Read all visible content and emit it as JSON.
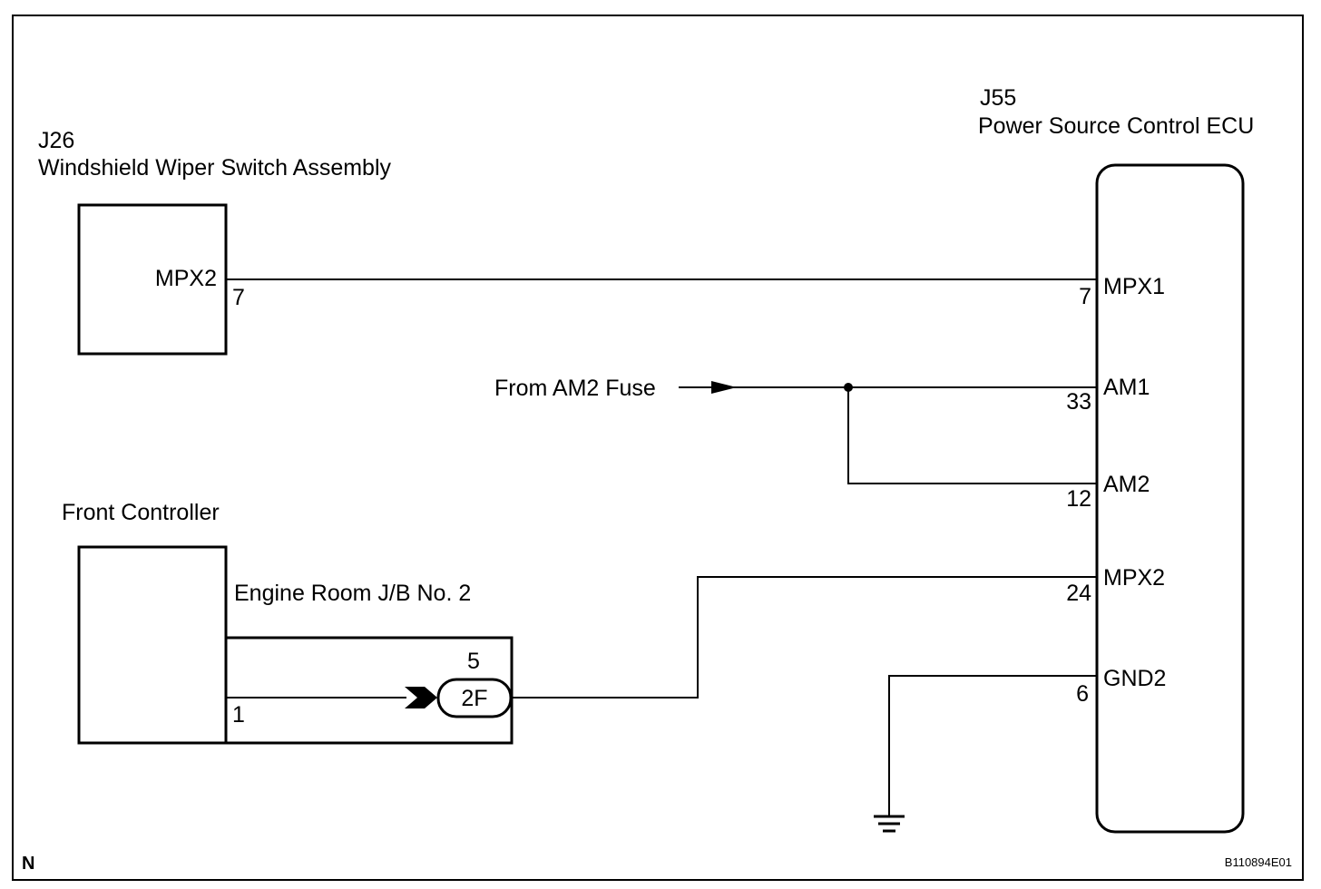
{
  "components": {
    "wiper_switch": {
      "code": "J26",
      "name": "Windshield Wiper Switch Assembly",
      "terminal": "MPX2",
      "pin": "7"
    },
    "ecu": {
      "code": "J55",
      "name": "Power Source Control ECU",
      "terminals": [
        {
          "label": "MPX1",
          "pin": "7"
        },
        {
          "label": "AM1",
          "pin": "33"
        },
        {
          "label": "AM2",
          "pin": "12"
        },
        {
          "label": "MPX2",
          "pin": "24"
        },
        {
          "label": "GND2",
          "pin": "6"
        }
      ]
    },
    "front_controller": {
      "name": "Front Controller",
      "pin": "1"
    },
    "junction_block": {
      "name": "Engine Room J/B No. 2",
      "connector": "2F",
      "pin": "5"
    }
  },
  "source_label": "From AM2 Fuse",
  "corner_letter": "N",
  "figure_code": "B110894E01"
}
